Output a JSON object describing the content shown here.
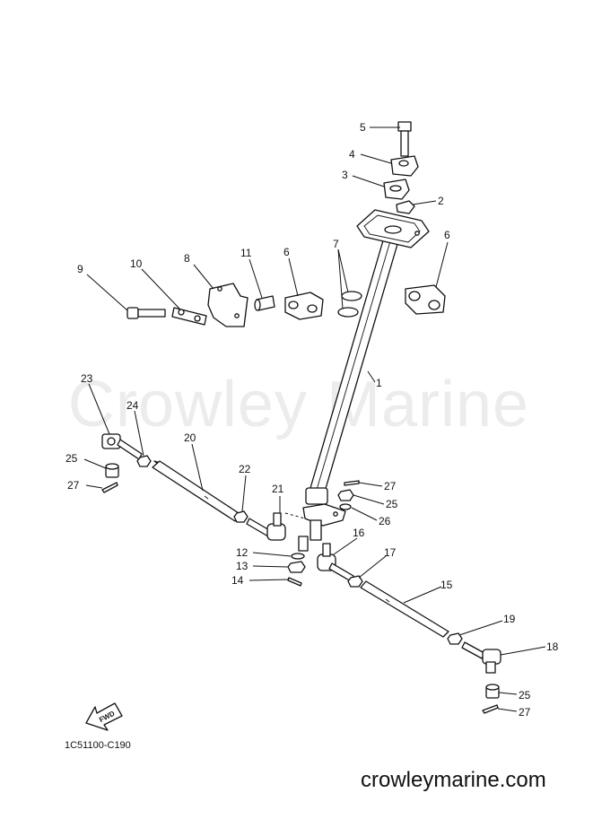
{
  "watermark": "Crowley Marine",
  "website": "crowleymarine.com",
  "diagram_code": "1C51100-C190",
  "fwd_label": "FWD",
  "callouts": {
    "c1": "1",
    "c2": "2",
    "c3": "3",
    "c4": "4",
    "c5": "5",
    "c6a": "6",
    "c6b": "6",
    "c7": "7",
    "c8": "8",
    "c9": "9",
    "c10": "10",
    "c11": "11",
    "c12": "12",
    "c13": "13",
    "c14": "14",
    "c15": "15",
    "c16": "16",
    "c17": "17",
    "c18": "18",
    "c19": "19",
    "c20": "20",
    "c21": "21",
    "c22": "22",
    "c23": "23",
    "c24": "24",
    "c25a": "25",
    "c25b": "25",
    "c25c": "25",
    "c26": "26",
    "c27a": "27",
    "c27b": "27",
    "c27c": "27"
  }
}
